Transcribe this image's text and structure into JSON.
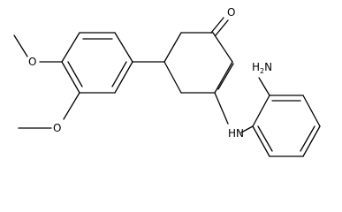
{
  "molecule": {
    "atoms": {
      "carbonyl_oxygen": "O",
      "amine": {
        "element": "H",
        "count": "2",
        "rest": "N"
      },
      "imine": "HN",
      "methoxy_top_oxygen": "O",
      "methoxy_bottom_oxygen": "O"
    }
  }
}
